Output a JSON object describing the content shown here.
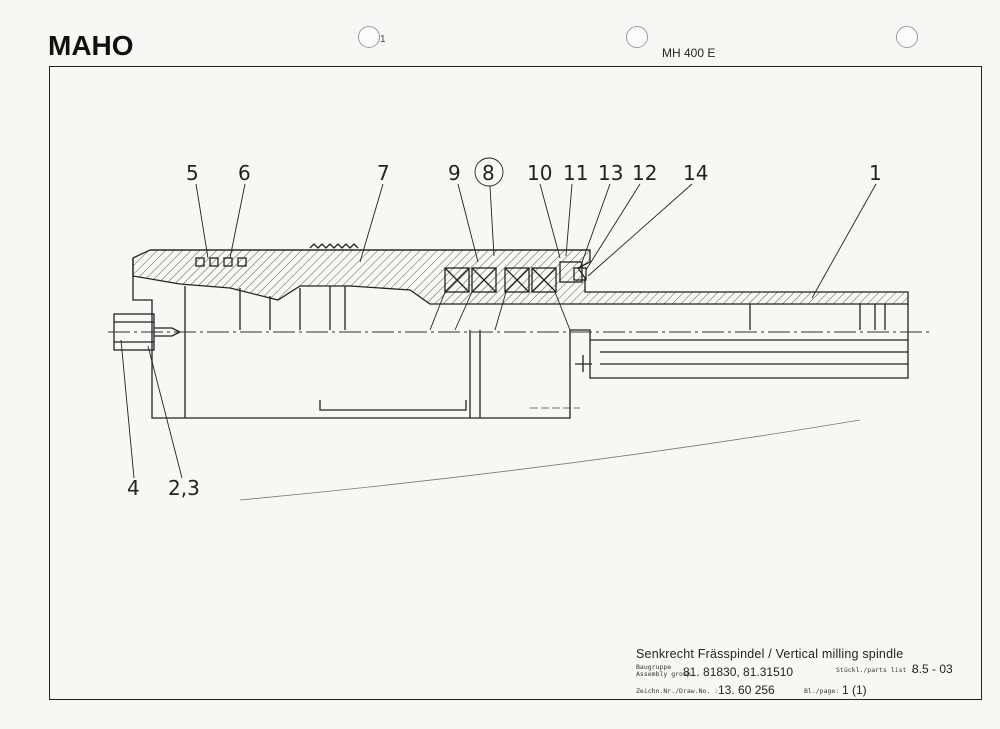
{
  "header": {
    "logo": "MAHO",
    "model": "MH 400 E",
    "page_mark": "1"
  },
  "drawing": {
    "callouts_top": [
      "5",
      "6",
      "7",
      "9",
      "8",
      "10",
      "11",
      "13",
      "12",
      "14",
      "1"
    ],
    "callouts_bottom": [
      "4",
      "2,3"
    ]
  },
  "title_block": {
    "title": "Senkrecht Frässpindel / Vertical milling spindle",
    "assembly_label_de": "Baugruppe",
    "assembly_label_en": "Assembly group",
    "assembly_value": "81. 81830, 81.31510",
    "parts_list_label": "Stückl./parts list :",
    "parts_list_value": "8.5 - 03",
    "drawing_no_label": "Zeichn.Nr./Draw.No. :",
    "drawing_no_value": "13. 60 256",
    "page_label": "Bl./page:",
    "page_value": "1  (1)"
  }
}
